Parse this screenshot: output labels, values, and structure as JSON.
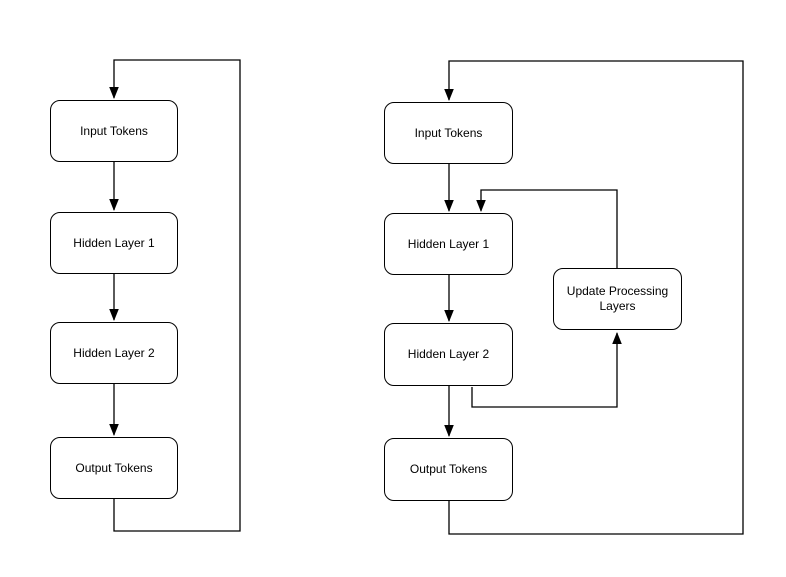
{
  "page": {
    "background_color": "#ffffff",
    "stroke_color": "#000000",
    "box_fill_color": "#ffffff",
    "text_color": "#000000"
  },
  "diagram": {
    "type": "flowchart",
    "left": {
      "nodes": [
        {
          "id": "input",
          "label": "Input Tokens"
        },
        {
          "id": "hidden1",
          "label": "Hidden Layer 1"
        },
        {
          "id": "hidden2",
          "label": "Hidden Layer 2"
        },
        {
          "id": "output",
          "label": "Output Tokens"
        }
      ],
      "edges": [
        {
          "from": "input",
          "to": "hidden1"
        },
        {
          "from": "hidden1",
          "to": "hidden2"
        },
        {
          "from": "hidden2",
          "to": "output"
        },
        {
          "from": "output",
          "to": "input",
          "note": "feedback loop around right side"
        }
      ]
    },
    "right": {
      "nodes": [
        {
          "id": "input",
          "label": "Input Tokens"
        },
        {
          "id": "hidden1",
          "label": "Hidden Layer 1"
        },
        {
          "id": "hidden2",
          "label": "Hidden Layer 2"
        },
        {
          "id": "output",
          "label": "Output Tokens"
        },
        {
          "id": "update",
          "label": "Update Processing Layers"
        }
      ],
      "edges": [
        {
          "from": "input",
          "to": "hidden1"
        },
        {
          "from": "hidden1",
          "to": "hidden2"
        },
        {
          "from": "hidden2",
          "to": "output"
        },
        {
          "from": "output",
          "to": "input",
          "note": "feedback loop around far right side"
        },
        {
          "from": "hidden2",
          "to": "update",
          "note": "exits bottom of Hidden Layer 2, enters bottom of Update Processing Layers"
        },
        {
          "from": "update",
          "to": "hidden1",
          "note": "exits top of Update Processing Layers, enters top of Hidden Layer 1"
        }
      ]
    }
  }
}
